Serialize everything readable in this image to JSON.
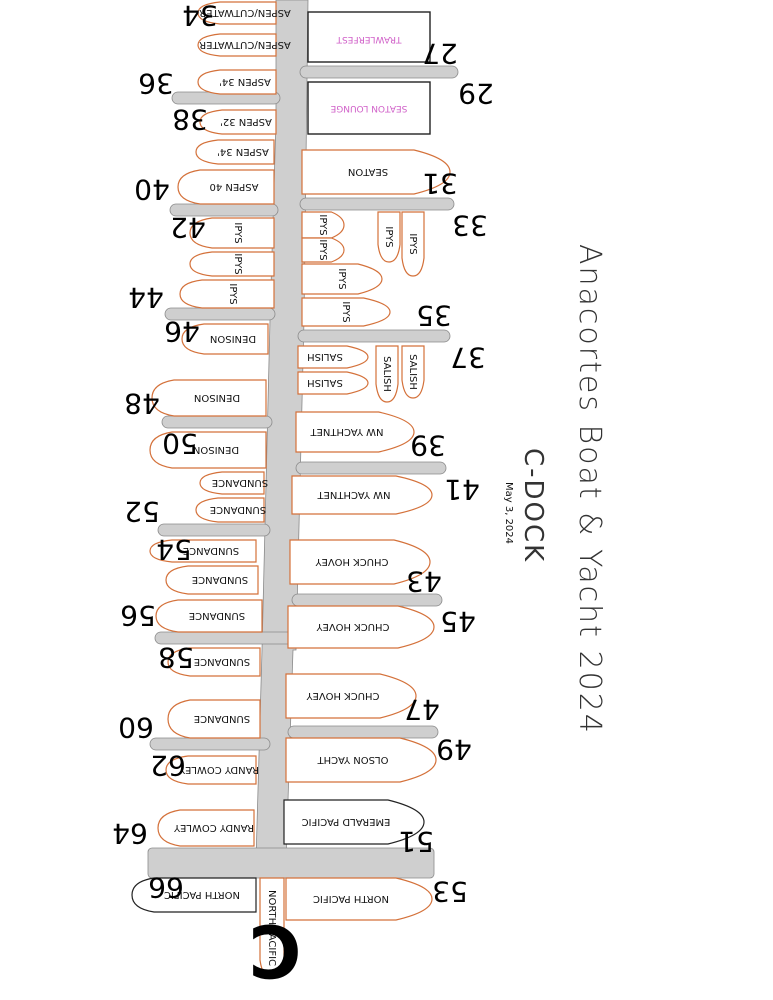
{
  "title": "Anacortes Boat & Yacht 2024",
  "subtitle": "C-DOCK",
  "date": "May 3, 2024",
  "dock_letter": "C",
  "buildings": [
    {
      "label": "TRAWLERFEST"
    },
    {
      "label": "SEATON LOUNGE"
    }
  ],
  "boats_left": [
    {
      "name": "ASPEN/CUTWATER"
    },
    {
      "name": "ASPEN/CUTWATER"
    },
    {
      "name": "ASPEN 34'"
    },
    {
      "name": "ASPEN 32'"
    },
    {
      "name": "ASPEN 34'"
    },
    {
      "name": "ASPEN 40"
    },
    {
      "name": "IPYS"
    },
    {
      "name": "IPYS"
    },
    {
      "name": "IPYS"
    },
    {
      "name": "DENISON"
    },
    {
      "name": "DENISON"
    },
    {
      "name": "DENISON"
    },
    {
      "name": "SUNDANCE"
    },
    {
      "name": "SUNDANCE"
    },
    {
      "name": "SUNDANCE"
    },
    {
      "name": "SUNDANCE"
    },
    {
      "name": "SUNDANCE"
    },
    {
      "name": "SUNDANCE"
    },
    {
      "name": "SUNDANCE"
    },
    {
      "name": "RANDY COWLEY"
    },
    {
      "name": "RANDY COWLEY"
    },
    {
      "name": "NORTH PACIFIC"
    }
  ],
  "boats_right": [
    {
      "name": "SEATON"
    },
    {
      "name": "IPYS"
    },
    {
      "name": "IPYS"
    },
    {
      "name": "IPYS"
    },
    {
      "name": "IPYS"
    },
    {
      "name": "IPYS"
    },
    {
      "name": "IPYS"
    },
    {
      "name": "SALISH"
    },
    {
      "name": "SALISH"
    },
    {
      "name": "SALISH"
    },
    {
      "name": "SALISH"
    },
    {
      "name": "NW YACHTNET"
    },
    {
      "name": "NW YACHTNET"
    },
    {
      "name": "CHUCK HOVEY"
    },
    {
      "name": "CHUCK HOVEY"
    },
    {
      "name": "CHUCK HOVEY"
    },
    {
      "name": "OLSON YACHT"
    },
    {
      "name": "EMERALD PACIFIC"
    },
    {
      "name": "NORTH PACIFIC"
    },
    {
      "name": "NORTH PACIFIC"
    }
  ],
  "slip_numbers": [
    "34",
    "27",
    "36",
    "29",
    "38",
    "40",
    "31",
    "42",
    "33",
    "44",
    "35",
    "46",
    "37",
    "48",
    "39",
    "50",
    "41",
    "52",
    "43",
    "54",
    "56",
    "45",
    "58",
    "47",
    "60",
    "49",
    "62",
    "64",
    "51",
    "66",
    "53"
  ]
}
